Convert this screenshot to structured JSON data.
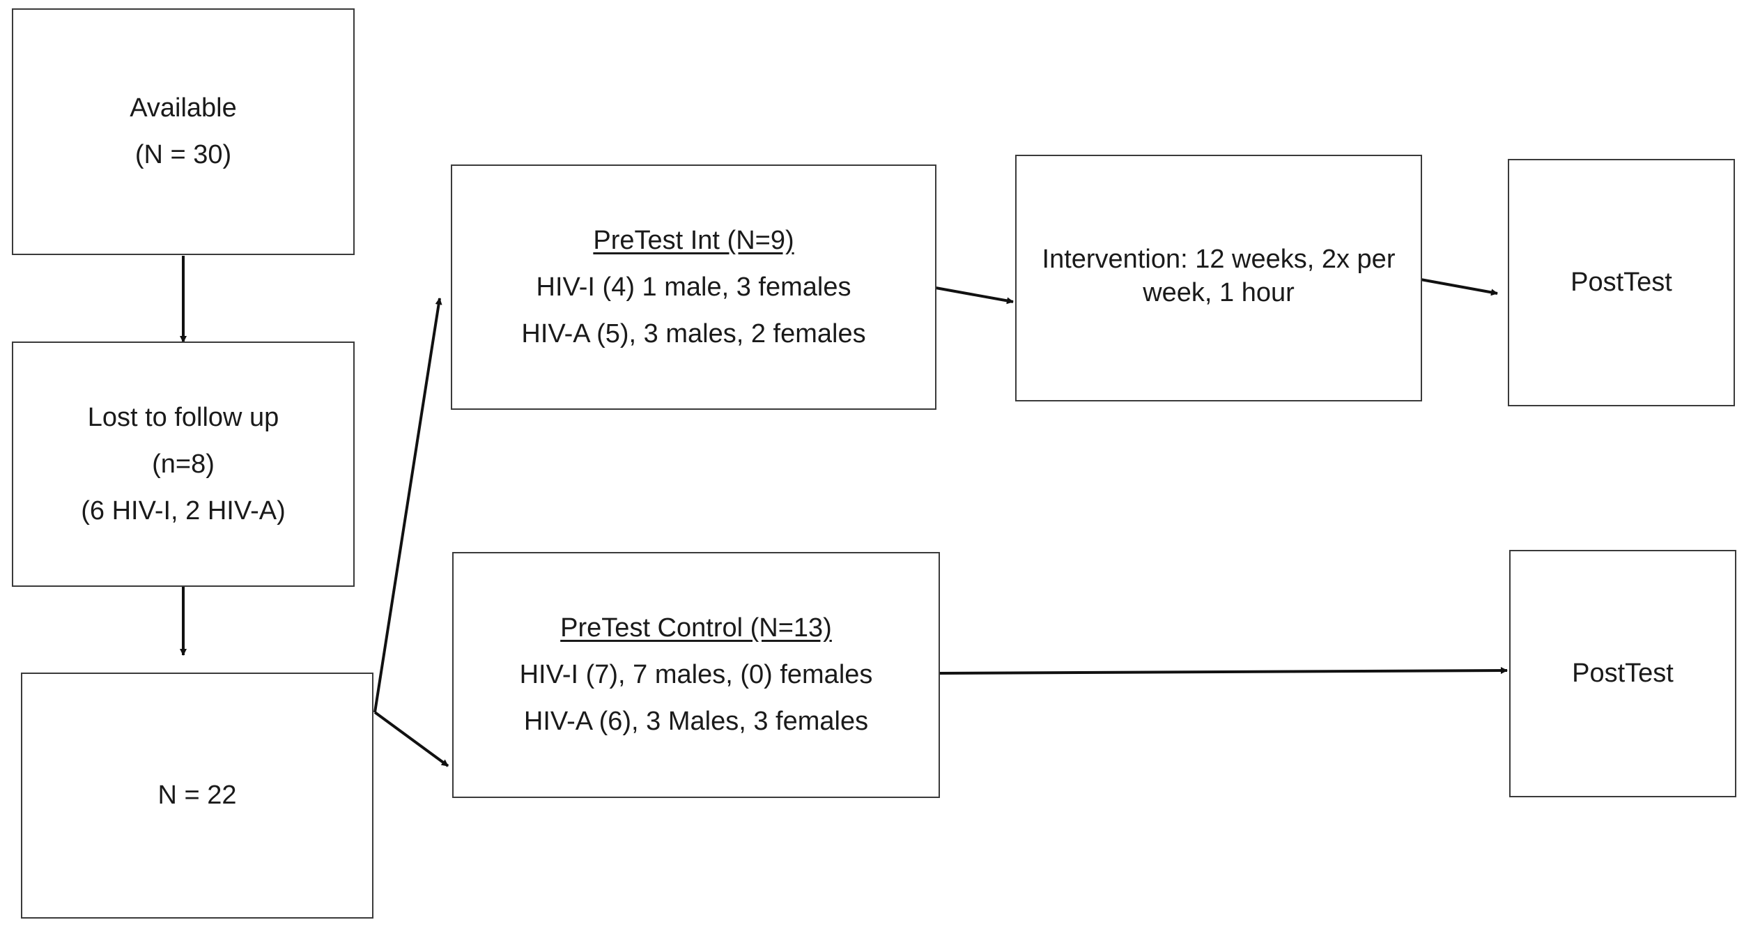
{
  "available": {
    "title": "Available",
    "count": "(N = 30)"
  },
  "lost": {
    "title": "Lost to follow up",
    "count": "(n=8)",
    "detail": "(6 HIV-I, 2 HIV-A)"
  },
  "remaining": {
    "label": "N = 22"
  },
  "pretest_int": {
    "heading": "PreTest Int (N=9)",
    "line1": "HIV-I (4) 1 male, 3 females",
    "line2": "HIV-A (5), 3 males, 2 females"
  },
  "pretest_control": {
    "heading": "PreTest Control (N=13)",
    "line1": "HIV-I (7), 7 males, (0) females",
    "line2": "HIV-A (6), 3 Males, 3 females"
  },
  "intervention": {
    "text": "Intervention: 12 weeks, 2x per week, 1 hour"
  },
  "posttest_int": {
    "label": "PostTest"
  },
  "posttest_control": {
    "label": "PostTest"
  }
}
